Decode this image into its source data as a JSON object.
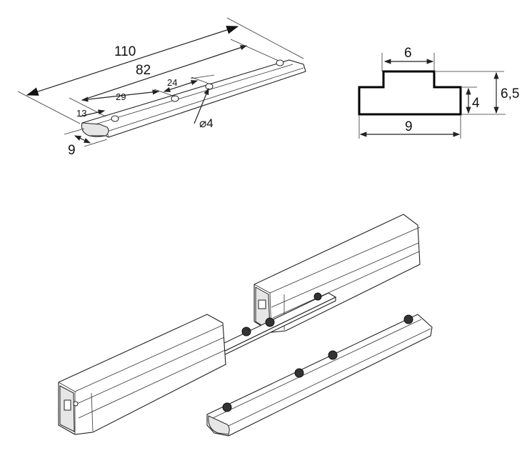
{
  "iso_view": {
    "length_total": "110",
    "hole_span": "82",
    "hole_spacing_a": "29",
    "hole_spacing_b": "24",
    "edge_offset": "13",
    "width": "9",
    "hole_diameter": "⌀4"
  },
  "section_view": {
    "top_width": "6",
    "bottom_width": "9",
    "base_height": "4",
    "total_height": "6,5"
  },
  "colors": {
    "line": "#222222",
    "background": "#ffffff"
  }
}
